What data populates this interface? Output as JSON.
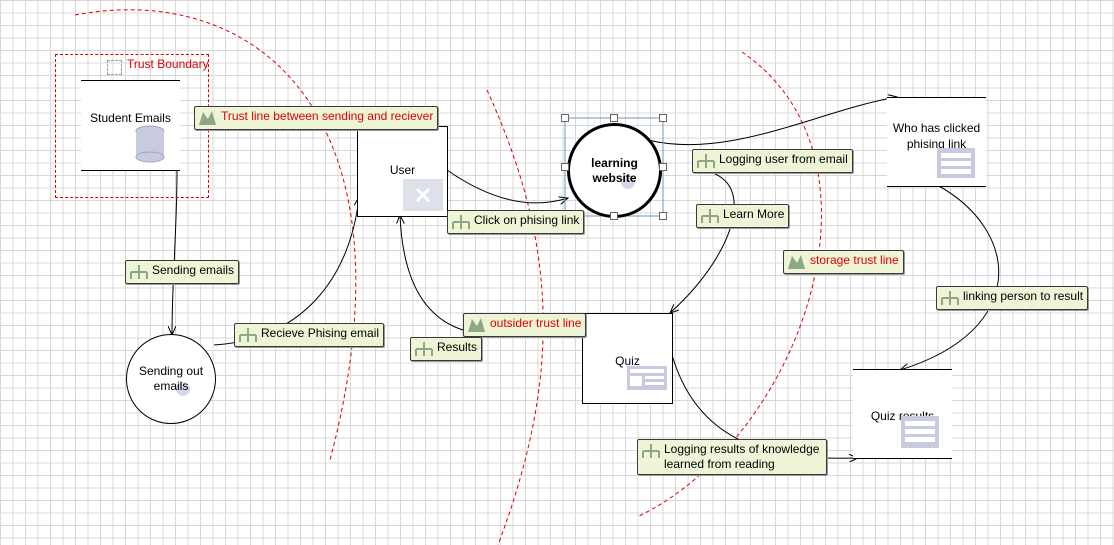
{
  "trust_boundary": {
    "label": "Trust Boundary"
  },
  "nodes": {
    "student_emails": "Student Emails",
    "user": "User",
    "learning_website": "learning website",
    "sending_out_emails": "Sending out emails",
    "quiz": "Quiz",
    "who_clicked": "Who has clicked phising link",
    "quiz_results": "Quiz results"
  },
  "flows": {
    "trust_line_send_recv": "Trust line between sending and reciever",
    "sending_emails": "Sending emails",
    "recieve_phising": "Recieve Phising email",
    "click_phising": "Click on phising link",
    "logging_user": "Logging user from email",
    "learn_more": "Learn More",
    "storage_trust": "storage trust line",
    "linking_person": "linking person to result",
    "outsider_trust": "outsider trust line",
    "results": "Results",
    "logging_results": "Logging results of knowledge learned from reading"
  },
  "colors": {
    "trust": "#e00000",
    "flow_bg": "#eef5d6",
    "icon_gray": "#c8cbe0"
  },
  "icons": {
    "flow": "dataflow-icon",
    "boundary": "trust-boundary-icon",
    "store": "datastore-icon",
    "entity": "external-entity-icon",
    "process": "process-icon",
    "form": "form-icon"
  }
}
